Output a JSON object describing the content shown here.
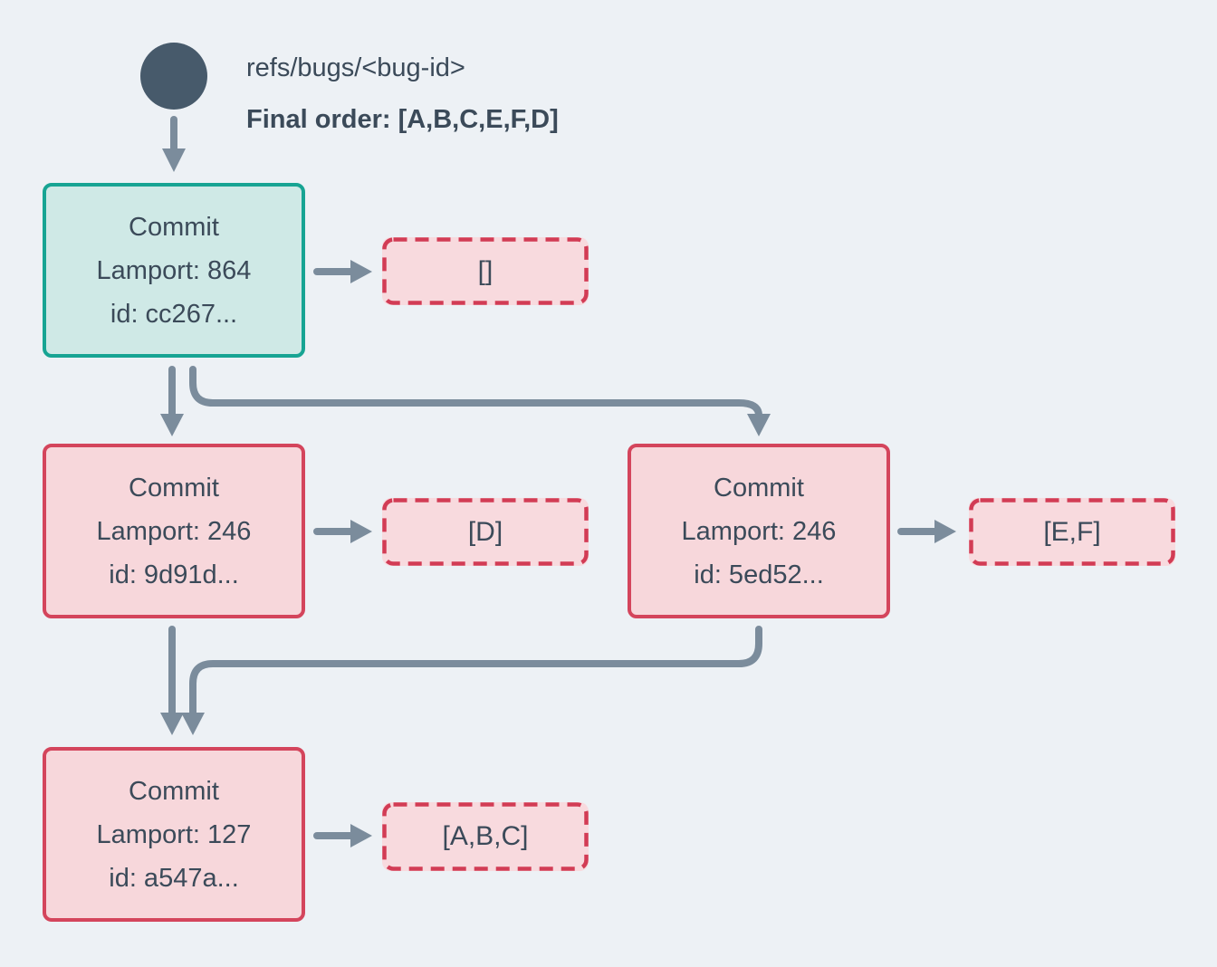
{
  "header": {
    "ref_label": "refs/bugs/<bug-id>",
    "final_order": "Final order: [A,B,C,E,F,D]"
  },
  "commits": [
    {
      "title": "Commit",
      "lamport": "Lamport: 864",
      "hash": "id: cc267...",
      "ops": "[]"
    },
    {
      "title": "Commit",
      "lamport": "Lamport: 246",
      "hash": "id: 9d91d...",
      "ops": "[D]"
    },
    {
      "title": "Commit",
      "lamport": "Lamport: 246",
      "hash": "id: 5ed52...",
      "ops": "[E,F]"
    },
    {
      "title": "Commit",
      "lamport": "Lamport: 127",
      "hash": "id: a547a...",
      "ops": "[A,B,C]"
    }
  ],
  "colors": {
    "background": "#edf1f5",
    "text": "#3b4a59",
    "node": "#475a6b",
    "arrow": "#7b8c9c",
    "head_border": "#17a493",
    "head_fill": "#cfe9e6",
    "commit_border": "#d4455c",
    "commit_fill": "#f7d7db",
    "ops_border": "#d23c55",
    "ops_fill": "#f8dade"
  }
}
